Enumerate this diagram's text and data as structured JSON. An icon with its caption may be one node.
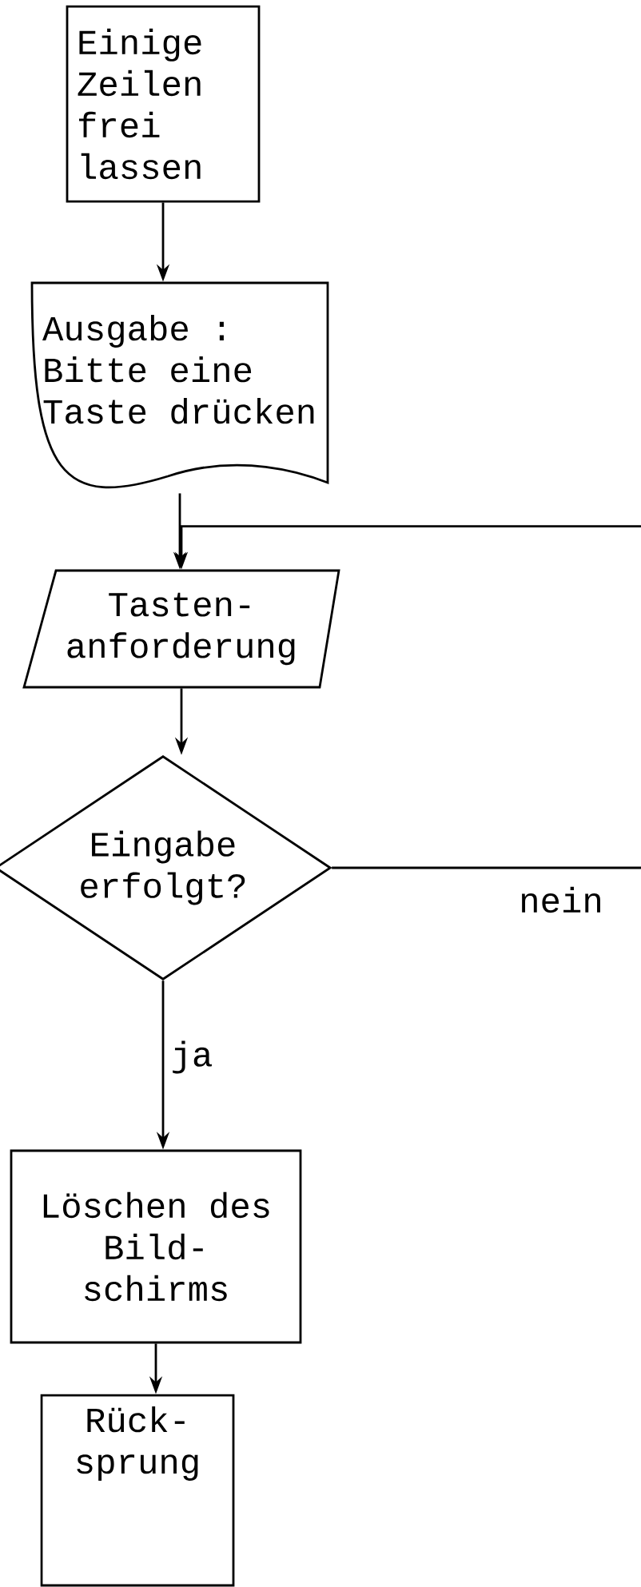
{
  "diagram": {
    "nodes": [
      {
        "text": [
          "Einige Zeilen frei lassen"
        ]
      },
      {
        "text": [
          "Ausgabe : Bitte eine Taste drücken"
        ]
      },
      {
        "text": [
          "Tasten- anforderung"
        ]
      },
      {
        "text": [
          "Eingabe erfolgt?"
        ]
      },
      {
        "text": [
          "Löschen des Bild- schirms"
        ]
      },
      {
        "text": [
          "Rück- sprung"
        ]
      }
    ],
    "edges": [
      {
        "from": 0,
        "to": 1,
        "arrow": "to"
      },
      {
        "from": 1,
        "to": 2,
        "arrow": "to"
      },
      {
        "from": 2,
        "to": 3,
        "arrow": "to"
      },
      {
        "from": 3,
        "to": 4,
        "arrow": "to",
        "label": "ja"
      },
      {
        "from": 4,
        "to": 5,
        "arrow": "to"
      },
      {
        "from": 3,
        "to": 2,
        "arrow": "to",
        "label": "nein"
      }
    ]
  }
}
